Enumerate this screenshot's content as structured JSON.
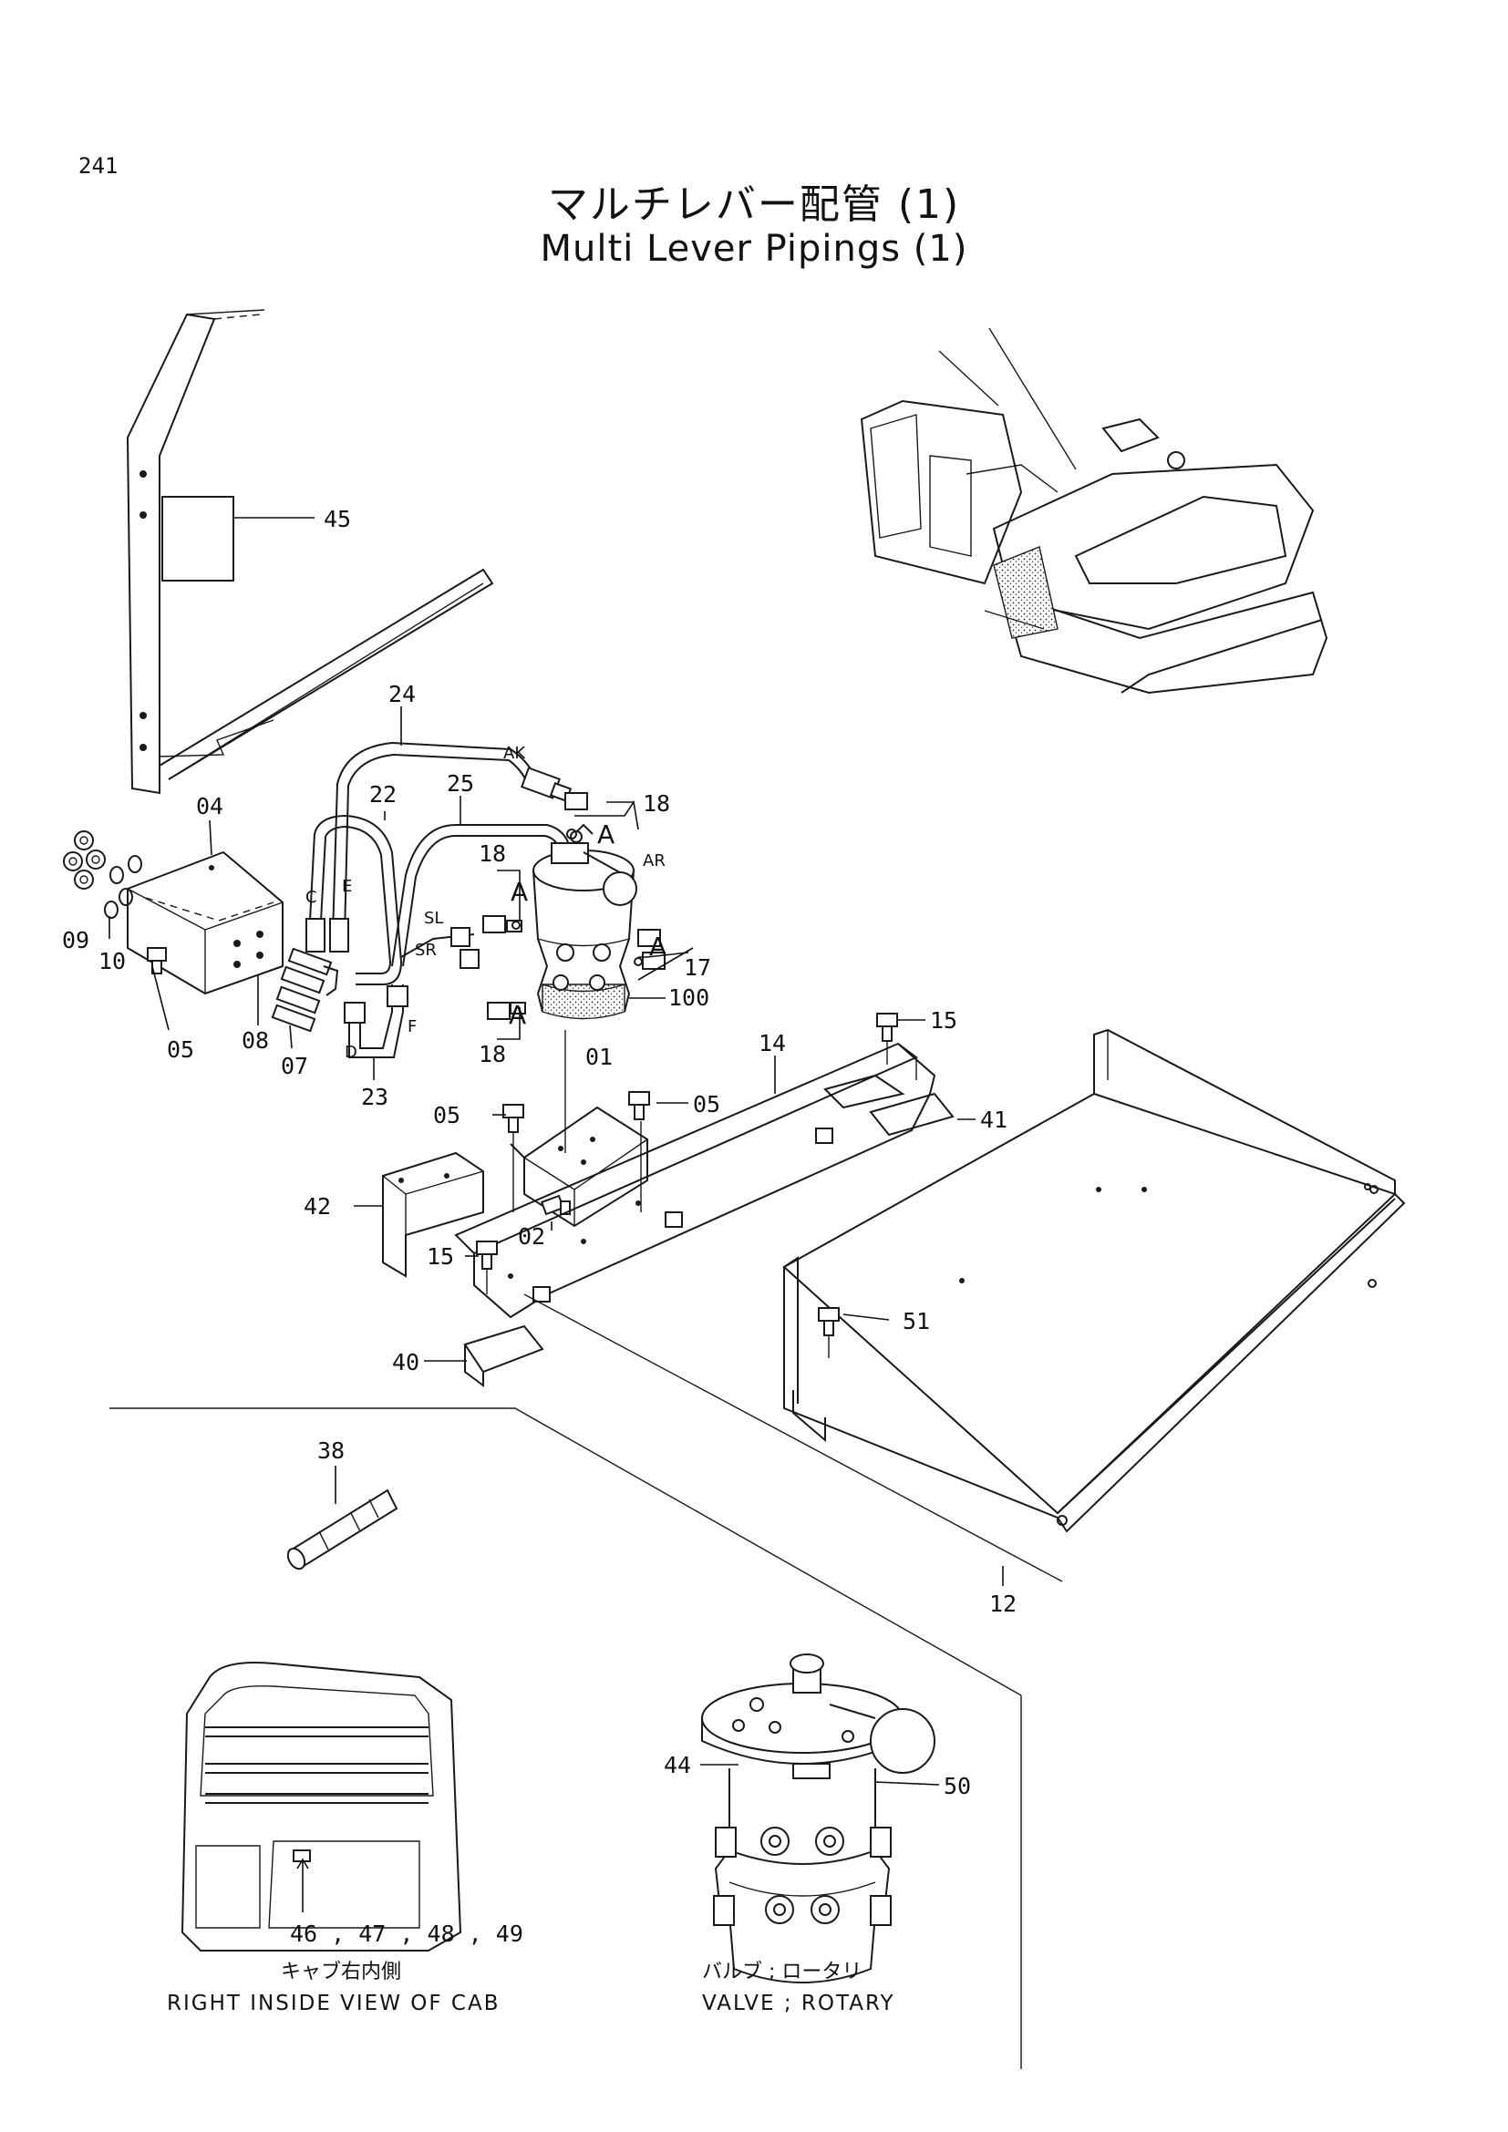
{
  "page": {
    "number": "241"
  },
  "title": {
    "japanese": "マルチレバー配管 (1)",
    "english": "Multi Lever Pipings (1)"
  },
  "callouts": {
    "p45": "45",
    "p24": "24",
    "p22": "22",
    "p25": "25",
    "p18a": "18",
    "p18b": "18",
    "p18c": "18",
    "p04": "04",
    "p09": "09",
    "p10": "10",
    "p05a": "05",
    "p08": "08",
    "p07": "07",
    "p23": "23",
    "p17": "17",
    "p100": "100",
    "p01": "01",
    "p14": "14",
    "p15a": "15",
    "p15b": "15",
    "p41": "41",
    "p05b": "05",
    "p05c": "05",
    "p42": "42",
    "p02": "02",
    "p51": "51",
    "p40": "40",
    "p38": "38",
    "p12": "12",
    "p44": "44",
    "p50": "50"
  },
  "port_labels": {
    "ak": "AK",
    "ar": "AR",
    "sl": "SL",
    "sr": "SR",
    "c": "C",
    "e": "E",
    "d": "D",
    "f": "F",
    "a1": "A",
    "a2": "A",
    "a3": "A",
    "a4": "A"
  },
  "insets": {
    "cab": {
      "parts": "46 , 47 , 48 , 49",
      "caption_jp": "キャブ右内側",
      "caption_en": "RIGHT  INSIDE  VIEW  OF  CAB"
    },
    "valve": {
      "caption_jp": "バルブ ; ロータリ",
      "caption_en": "VALVE ; ROTARY"
    }
  }
}
